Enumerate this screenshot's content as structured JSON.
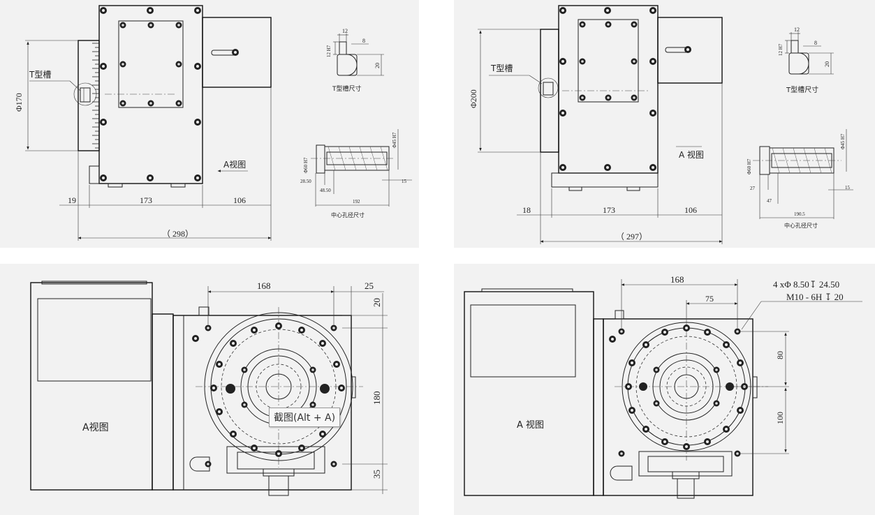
{
  "tl": {
    "t_slot_label": "T型槽",
    "dia": "Φ170",
    "a_view": "A视图",
    "dim_19": "19",
    "dim_173": "173",
    "dim_106": "106",
    "dim_total": "（ 298）",
    "tslot_title": "T型槽尺寸",
    "ts_12": "12",
    "ts_8": "8",
    "ts_12h7": "12 H7",
    "ts_20": "20",
    "bore_title": "中心孔径尺寸",
    "b_d60": "Φ60 H7",
    "b_d45": "Φ45 H7",
    "b_28": "28.50",
    "b_48": "48.50",
    "b_192": "192",
    "b_15": "15"
  },
  "tr": {
    "t_slot_label": "T型槽",
    "dia": "Φ200",
    "a_view": "A 视图",
    "dim_18": "18",
    "dim_173": "173",
    "dim_106": "106",
    "dim_total": "（ 297）",
    "tslot_title": "T型槽尺寸",
    "ts_12": "12",
    "ts_8": "8",
    "ts_12h7": "12 H7",
    "ts_20": "20",
    "bore_title": "中心孔径尺寸",
    "b_d60": "Φ60 H7",
    "b_d45": "Φ45 H7",
    "b_27": "27",
    "b_47": "47",
    "b_190": "190.5",
    "b_15": "15"
  },
  "bl": {
    "a_view": "A视图",
    "dim_168": "168",
    "dim_25": "25",
    "dim_20": "20",
    "dim_180": "180",
    "dim_35": "35"
  },
  "br": {
    "a_view": "A 视图",
    "dim_168": "168",
    "dim_75": "75",
    "dim_80": "80",
    "dim_100": "100",
    "note1": "4 xΦ 8.50↧ 24.50",
    "note2": "M10 - 6H ↧ 20"
  },
  "tooltip": "截图(Alt + A)"
}
